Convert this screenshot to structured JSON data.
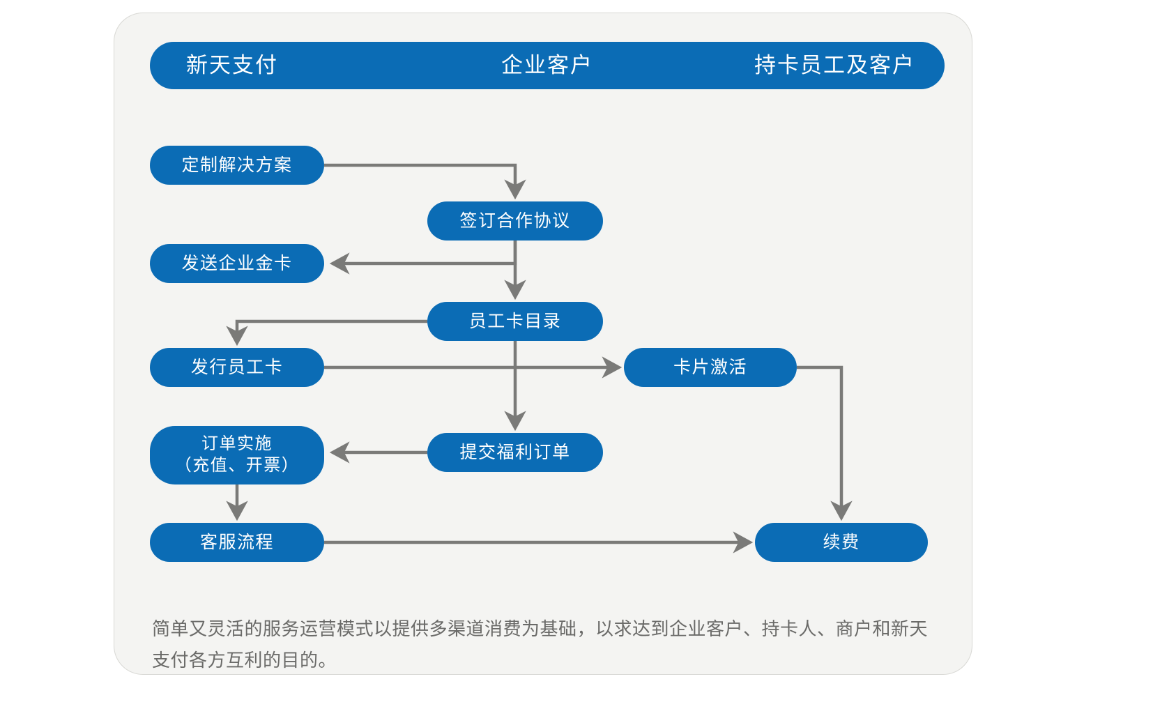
{
  "diagram": {
    "title_bar": {
      "segments": [
        {
          "id": "provider",
          "label": "新天支付"
        },
        {
          "id": "corporate-client",
          "label": "企业客户"
        },
        {
          "id": "cardholder",
          "label": "持卡员工及客户"
        }
      ],
      "background_color": "#0b6cb5",
      "text_color": "#ffffff"
    },
    "nodes": [
      {
        "id": "custom-solution",
        "label": "定制解决方案",
        "column": "left",
        "row": 1
      },
      {
        "id": "sign-agreement",
        "label": "签订合作协议",
        "column": "middle",
        "row": 2
      },
      {
        "id": "send-gold-card",
        "label": "发送企业金卡",
        "column": "left",
        "row": 3
      },
      {
        "id": "employee-catalog",
        "label": "员工卡目录",
        "column": "middle",
        "row": 4
      },
      {
        "id": "issue-card",
        "label": "发行员工卡",
        "column": "left",
        "row": 5
      },
      {
        "id": "card-activation",
        "label": "卡片激活",
        "column": "right",
        "row": 5
      },
      {
        "id": "order-execution",
        "label": "订单实施\n（充值、开票）",
        "column": "left",
        "row": 6
      },
      {
        "id": "submit-order",
        "label": "提交福利订单",
        "column": "middle",
        "row": 6
      },
      {
        "id": "service-process",
        "label": "客服流程",
        "column": "left",
        "row": 7
      },
      {
        "id": "renewal",
        "label": "续费",
        "column": "right",
        "row": 7
      }
    ],
    "edges": [
      {
        "from": "custom-solution",
        "to": "sign-agreement"
      },
      {
        "from": "sign-agreement",
        "to": "send-gold-card"
      },
      {
        "from": "sign-agreement",
        "to": "employee-catalog"
      },
      {
        "from": "employee-catalog",
        "to": "issue-card"
      },
      {
        "from": "employee-catalog",
        "to": "submit-order"
      },
      {
        "from": "issue-card",
        "to": "card-activation"
      },
      {
        "from": "submit-order",
        "to": "order-execution"
      },
      {
        "from": "order-execution",
        "to": "service-process"
      },
      {
        "from": "service-process",
        "to": "renewal"
      },
      {
        "from": "card-activation",
        "to": "renewal"
      }
    ],
    "edge_color": "#7a7a78",
    "node_color": "#0b6cb5",
    "panel_background": "#f4f4f2",
    "caption": "简单又灵活的服务运营模式以提供多渠道消费为基础，以求达到企业客户、持卡人、商户和新天支付各方互利的目的。"
  }
}
